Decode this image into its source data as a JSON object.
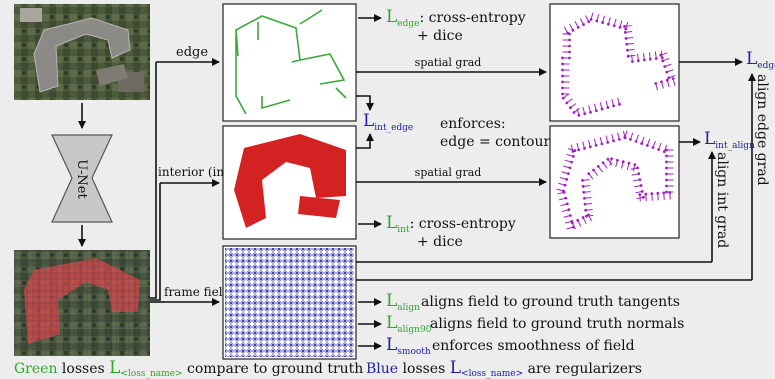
{
  "encoder": {
    "label": "U-Net"
  },
  "branches": {
    "edge": "edge",
    "interior": "interior (int)",
    "frame_field": "frame field",
    "spatial_grad_top": "spatial grad",
    "spatial_grad_mid": "spatial grad"
  },
  "losses": {
    "edge": {
      "L": "L",
      "sub": "edge",
      "text1": ": cross-entropy",
      "text2": "+ dice"
    },
    "int": {
      "L": "L",
      "sub": "int",
      "text1": ": cross-entropy",
      "text2": "+ dice"
    },
    "int_edge": {
      "L": "L",
      "sub": "int_edge",
      "text1": "enforces:",
      "text2": "edge = contour(int)"
    },
    "int_align": {
      "L": "L",
      "sub": "int_align"
    },
    "edge_align": {
      "L": "L",
      "sub": "edge_"
    },
    "align": {
      "L": "L",
      "sub": "align",
      "text": "aligns field to ground truth tangents"
    },
    "align90": {
      "L": "L",
      "sub": "align90",
      "text": "aligns field to ground truth normals"
    },
    "smooth": {
      "L": "L",
      "sub": "smooth",
      "text": "enforces smoothness of field"
    }
  },
  "vertical_labels": {
    "align_edge_grad": "align edge grad",
    "align_int_grad": "align int grad"
  },
  "legend": {
    "green_word": "Green",
    "green_rest1": "losses",
    "green_L": "L",
    "green_sub": "<loss_name>",
    "green_rest2": "compare to ground truth",
    "blue_word": "Blue",
    "blue_rest1": "losses",
    "blue_L": "L",
    "blue_sub": "<loss_name>",
    "blue_rest2": "are regularizers"
  },
  "colors": {
    "green": "#2ea82e",
    "blue": "#1f1fa8",
    "red": "#d42222",
    "purple": "#a020c0",
    "grid": "#1a1aa0"
  }
}
